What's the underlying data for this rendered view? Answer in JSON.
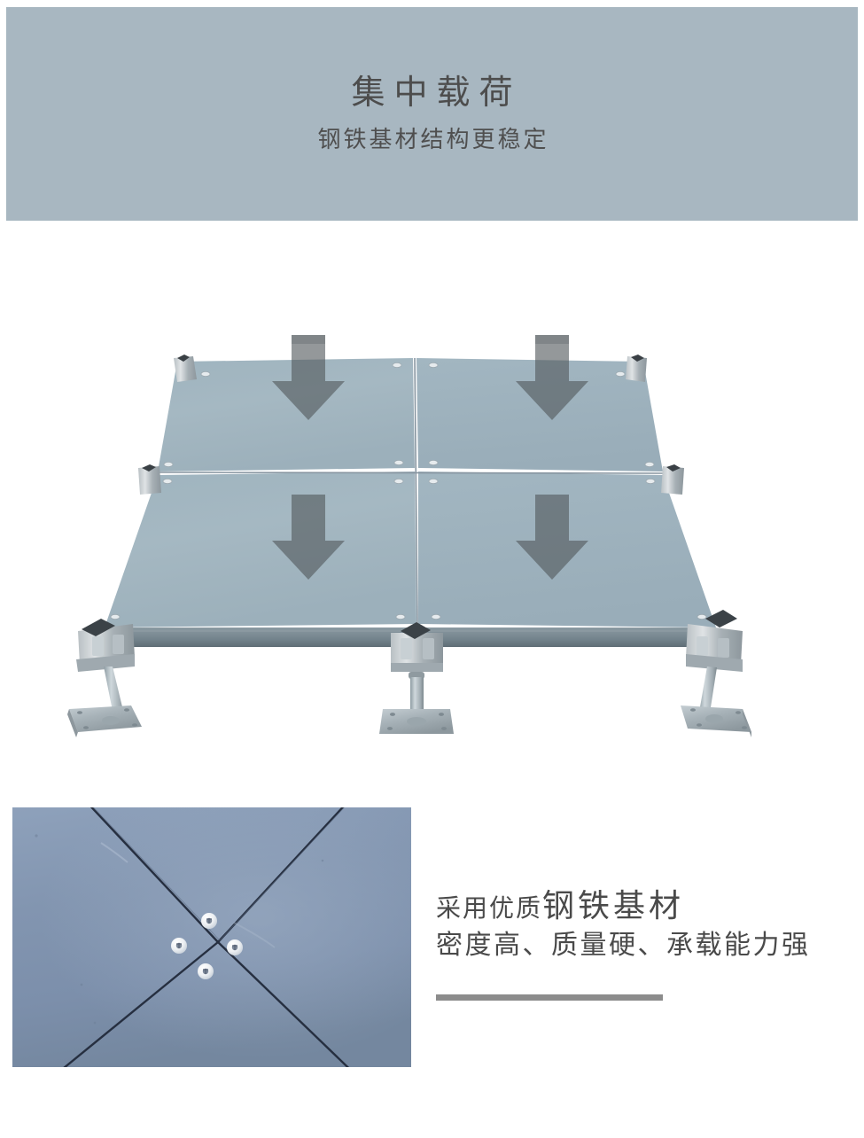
{
  "banner": {
    "title": "集中载荷",
    "subtitle": "钢铁基材结构更稳定",
    "background_color": "#a8b7c1",
    "text_color": "#4d4d4d"
  },
  "hero_photo": {
    "alt_name": "raised-access-floor-panel-assembly",
    "panel_color": "#a3b6c0",
    "arrow_color": "#6e7b80",
    "arrow_count": 4,
    "pedestal_count": 3,
    "description": "四块钢制防静电地板拼装，下方三组可调支座，面板上四个向下箭头表示集中载荷"
  },
  "detail_photo": {
    "alt_name": "floor-panel-corner-closeup",
    "panel_color": "#8497b2",
    "seam_color": "#2b3446",
    "screw_count": 4,
    "description": "四块地板交汇处特写，可见十字接缝与四颗固定螺钉"
  },
  "feature": {
    "line1_prefix": "采用优质",
    "line1_emphasis": "钢铁基材",
    "line2": "密度高、质量硬、承载能力强",
    "rule_color": "#8c8c8c",
    "text_color": "#4a4a4a"
  }
}
